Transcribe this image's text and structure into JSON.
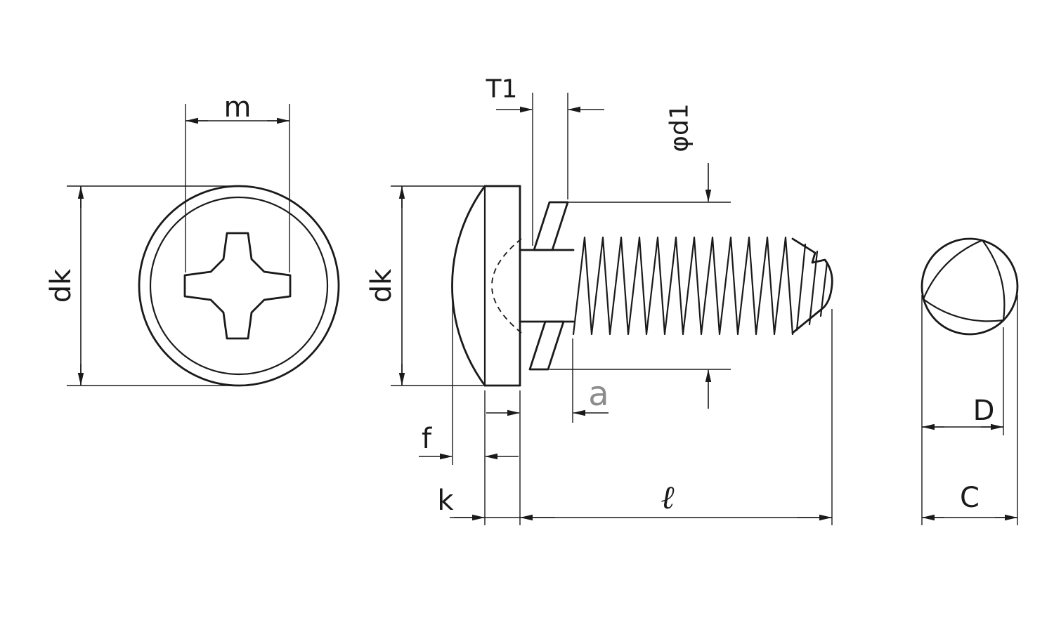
{
  "drawing": {
    "labels": {
      "m": "m",
      "dk_front": "dk",
      "dk_side": "dk",
      "t1": "T1",
      "d1": "φd1",
      "a": "a",
      "f": "f",
      "k": "k",
      "length": "ℓ",
      "d_upper": "D",
      "c_upper": "C"
    }
  }
}
